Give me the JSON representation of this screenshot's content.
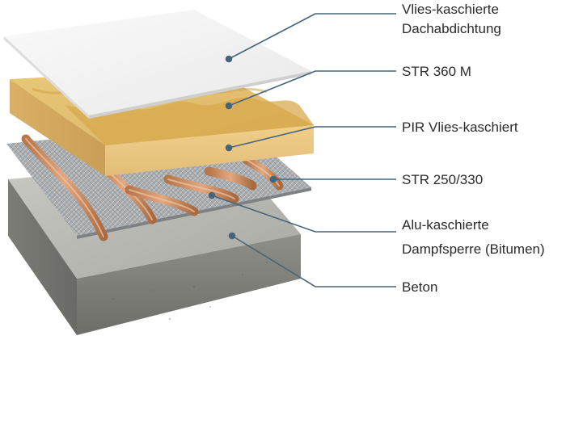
{
  "colors": {
    "leader_line": "#45657a",
    "membrane": "#f2f2f2",
    "pir_insulation": "#e7c47c",
    "adhesive_bead": "#c9895a",
    "foil": "#a7aaad",
    "concrete": "#9c9c95"
  },
  "layers": [
    {
      "id": "membrane",
      "label_lines": [
        "Vlies-kaschierte",
        "Dachabdichtung"
      ]
    },
    {
      "id": "str360",
      "label_lines": [
        "STR 360 M"
      ]
    },
    {
      "id": "pir",
      "label_lines": [
        "PIR Vlies-kaschiert"
      ]
    },
    {
      "id": "str250",
      "label_lines": [
        "STR 250/330"
      ]
    },
    {
      "id": "vapour",
      "label_lines": [
        "Alu-kaschierte",
        "Dampfsperre (Bitumen)"
      ]
    },
    {
      "id": "concrete",
      "label_lines": [
        "Beton"
      ]
    }
  ]
}
